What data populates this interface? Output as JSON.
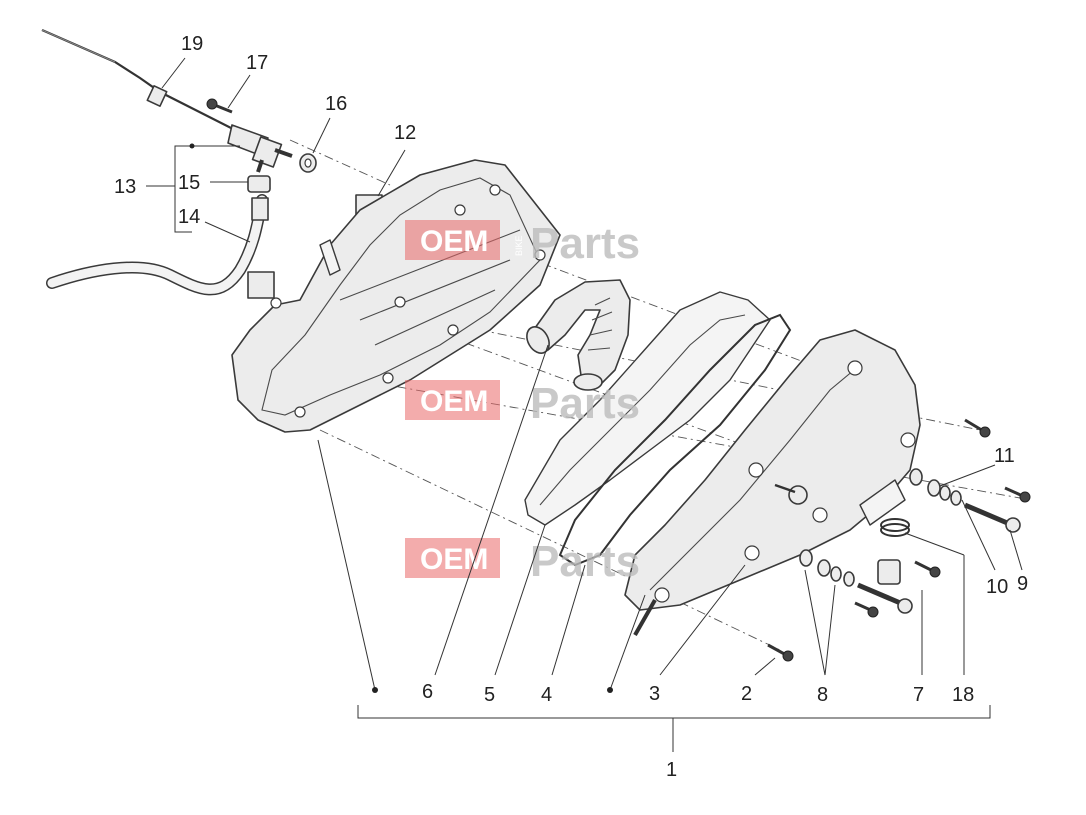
{
  "watermark": {
    "box_text": "OEM",
    "side_text": "BIKE",
    "brand_text": "Parts"
  },
  "callouts": {
    "c1": "1",
    "c2": "2",
    "c3": "3",
    "c4": "4",
    "c5": "5",
    "c6": "6",
    "c7": "7",
    "c8": "8",
    "c9": "9",
    "c10": "10",
    "c11": "11",
    "c12": "12",
    "c13": "13",
    "c14": "14",
    "c15": "15",
    "c16": "16",
    "c17": "17",
    "c18": "18",
    "c19": "19"
  },
  "colors": {
    "watermark": "#e96767",
    "line": "#3a3a3a",
    "fill": "#ececec"
  }
}
